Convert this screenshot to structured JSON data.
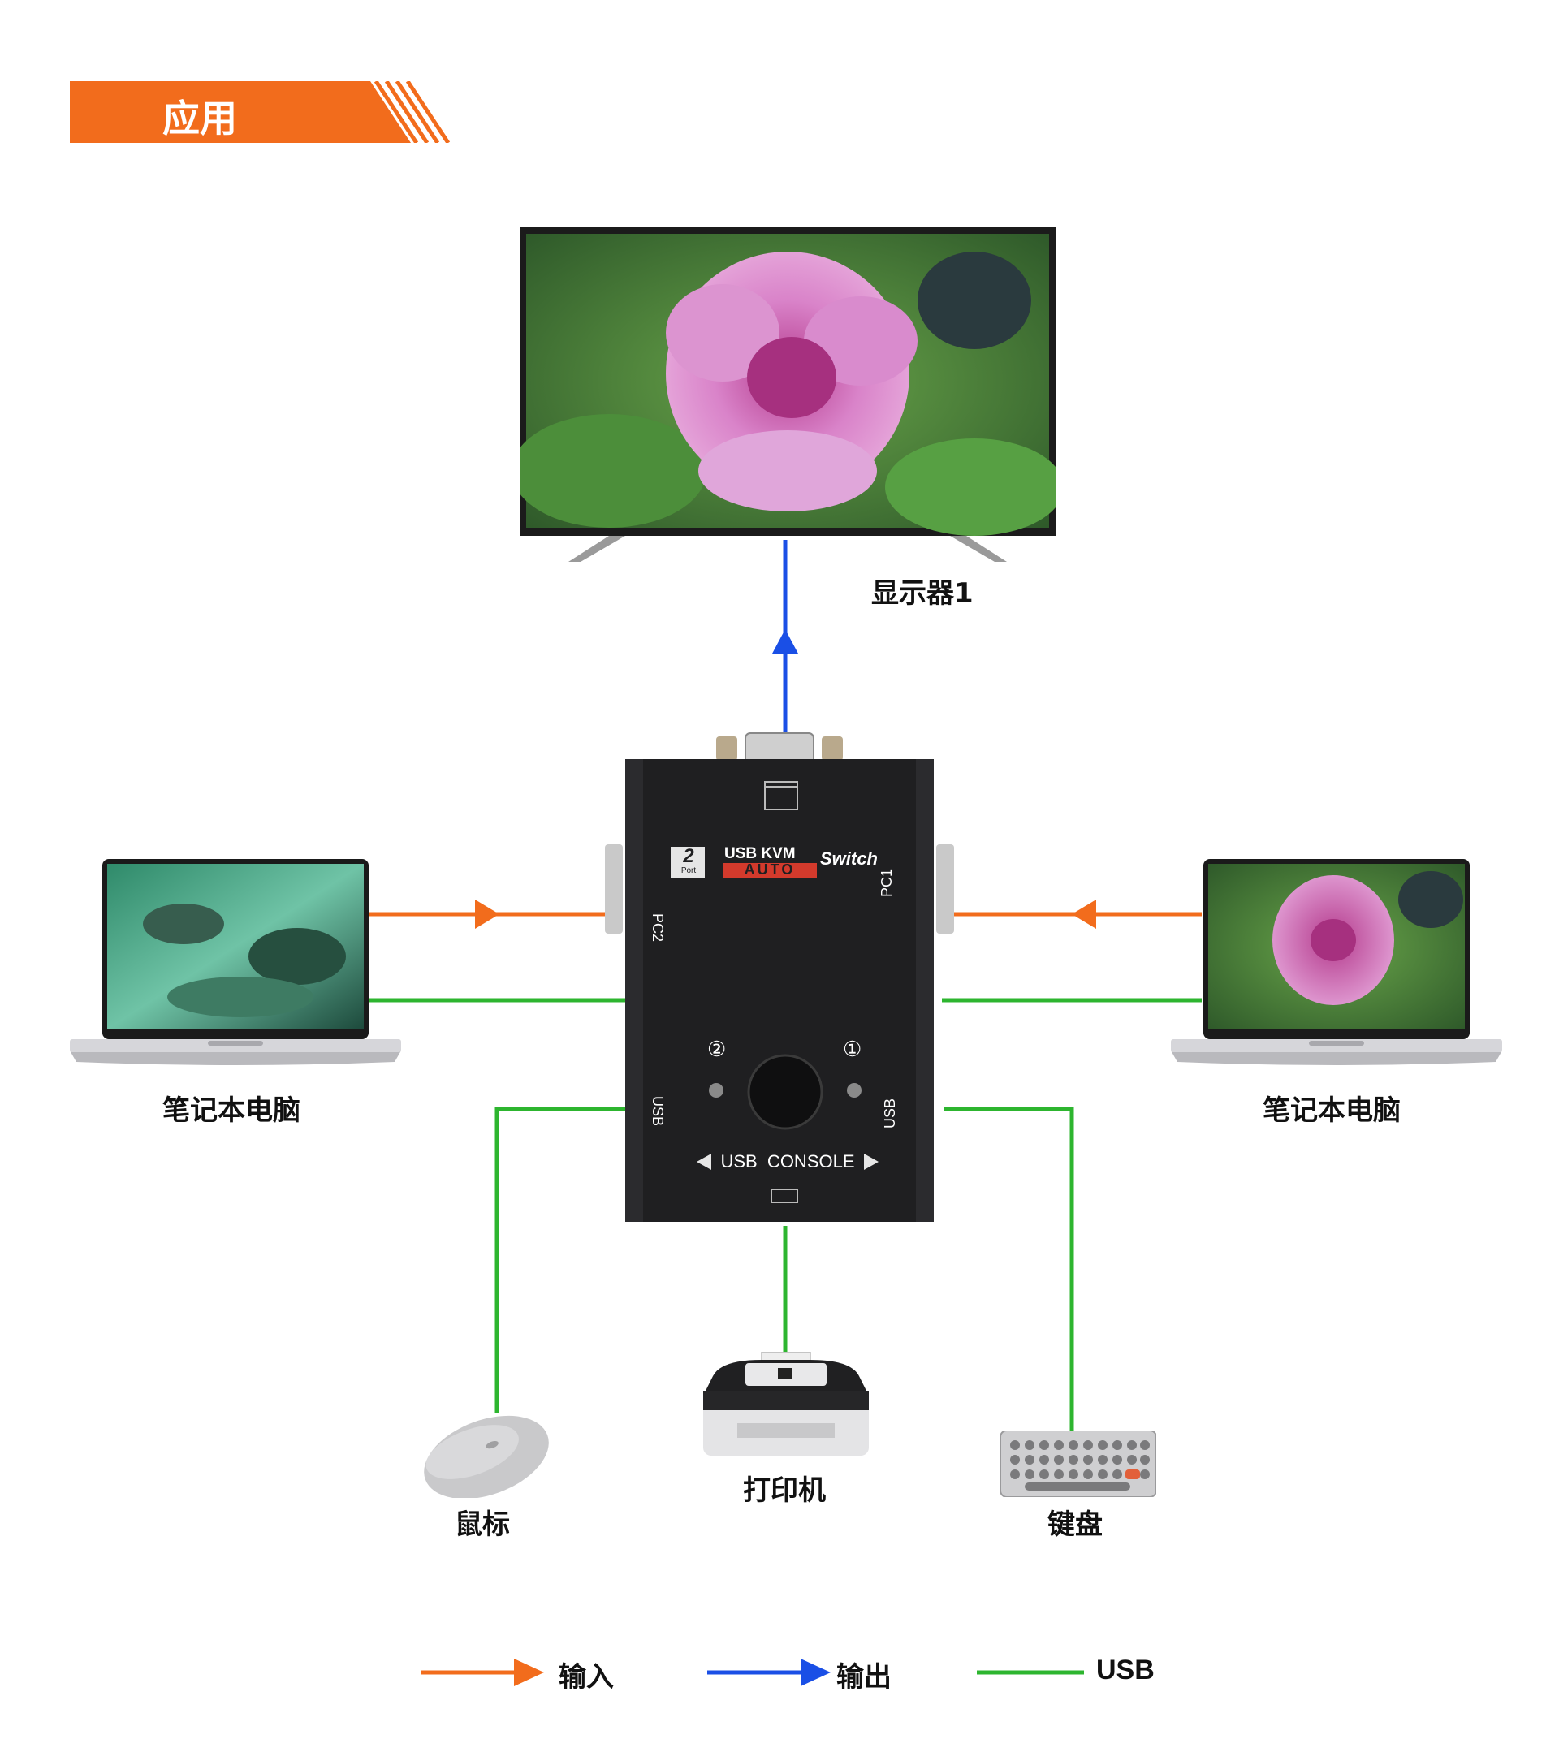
{
  "header": {
    "title": "应用",
    "color": "#F26C1C"
  },
  "devices": {
    "monitor_label": "显示器1",
    "laptop_left_label": "笔记本电脑",
    "laptop_right_label": "笔记本电脑",
    "mouse_label": "鼠标",
    "printer_label": "打印机",
    "keyboard_label": "键盘"
  },
  "kvm": {
    "badge_top": "2",
    "badge_bottom": "Port",
    "title_top": "USB KVM",
    "title_auto": "AUTO",
    "title_switch": "Switch",
    "port_pc1": "PC1",
    "port_pc2": "PC2",
    "port_usb_left": "USB",
    "port_usb_right": "USB",
    "led_left": "②",
    "led_right": "①",
    "console": "USB  CONSOLE"
  },
  "legend": {
    "input_label": "输入",
    "output_label": "输出",
    "usb_label": "USB",
    "input_color": "#F26C1C",
    "output_color": "#1A4FE6",
    "usb_color": "#2DB52F"
  }
}
